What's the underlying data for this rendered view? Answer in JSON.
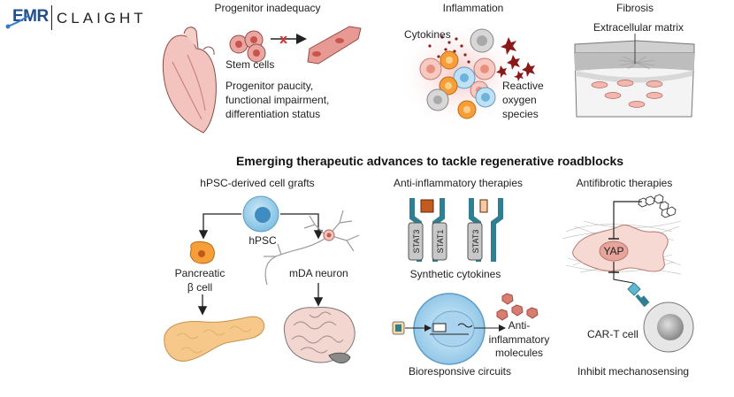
{
  "logo": {
    "left": "EMR",
    "right": "CLAIGHT"
  },
  "top": {
    "progenitor": {
      "title": "Progenitor inadequacy",
      "stem_cells": "Stem cells",
      "desc": [
        "Progenitor paucity,",
        "functional impairment,",
        "differentiation status"
      ]
    },
    "inflammation": {
      "title": "Inflammation",
      "cytokines": "Cytokines",
      "ros": [
        "Reactive",
        "oxygen",
        "species"
      ]
    },
    "fibrosis": {
      "title": "Fibrosis",
      "matrix": "Extracellular matrix"
    }
  },
  "heading": "Emerging therapeutic advances to tackle regenerative roadblocks",
  "grafts": {
    "title": "hPSC-derived cell grafts",
    "hpsc": "hPSC",
    "pancreatic": [
      "Pancreatic",
      "β cell"
    ],
    "neuron": "mDA neuron"
  },
  "antiinflam": {
    "title": "Anti-inflammatory therapies",
    "stat_labels": [
      "STAT3",
      "STAT1",
      "STAT3"
    ],
    "synthetic": "Synthetic cytokines",
    "molecules": [
      "Anti-",
      "inflammatory",
      "molecules"
    ],
    "bioresponsive": "Bioresponsive circuits"
  },
  "antifib": {
    "title": "Antifibrotic therapies",
    "yap": "YAP",
    "cart": "CAR-T cell",
    "inhibit": "Inhibit mechanosensing"
  },
  "colors": {
    "logo_blue": "#1f4e8c",
    "cell_blue": "#8ec8e8",
    "pancreas": "#f6c98a",
    "brain": "#f3d6d0",
    "red_cell": "#e38a80",
    "teal": "#2f7f93"
  }
}
